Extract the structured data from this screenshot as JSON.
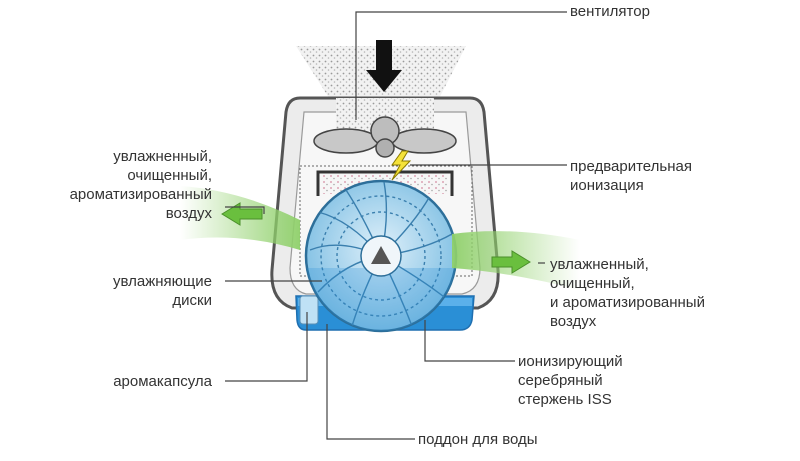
{
  "labels": {
    "fan": "вентилятор",
    "preionization": [
      "предварительная",
      "ионизация"
    ],
    "out_air_left": [
      "увлажненный,",
      "очищенный,",
      "ароматизированный",
      "воздух"
    ],
    "out_air_right": [
      "увлажненный,",
      "очищенный,",
      "и ароматизированный",
      "воздух"
    ],
    "discs": [
      "увлажняющие",
      "диски"
    ],
    "aroma": "аромакапсула",
    "iss": [
      "ионизирующий",
      "серебряный",
      "стержень ISS"
    ],
    "tray": "поддон для воды"
  },
  "colors": {
    "line": "#444444",
    "body_outline": "#555555",
    "body_fill": "#ececec",
    "water": "#2a8fd6",
    "disc": "#9fd0ea",
    "arrow_green": "#6abf3e",
    "text": "#333333"
  }
}
